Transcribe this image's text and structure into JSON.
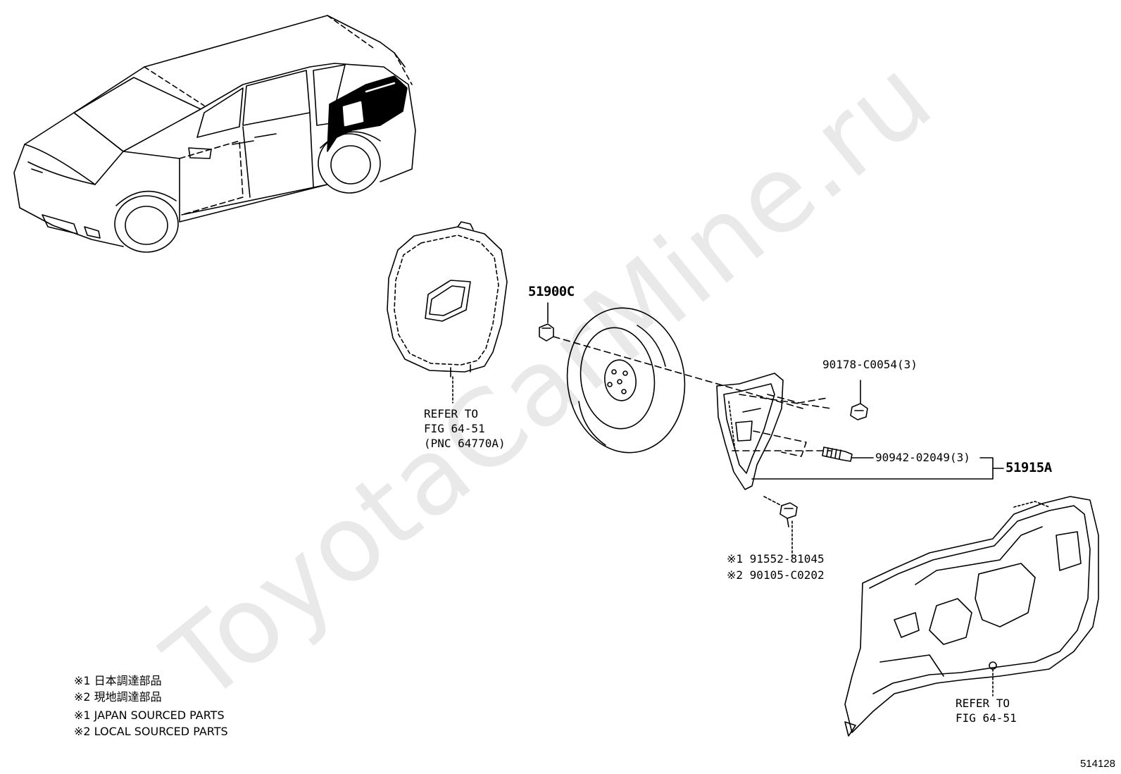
{
  "watermark": "ToyotaCarMine.ru",
  "figure_number": "514128",
  "callouts": {
    "tire_cover_ref": [
      "REFER TO",
      "FIG 64-51",
      "(PNC 64770A)"
    ],
    "wheel_part": "51900C",
    "nut_part": "90178-C0054(3)",
    "stud_part": "90942-02049(3)",
    "carrier_part": "51915A",
    "bolt_parts": [
      "※1 91552-81045",
      "※2 90105-C0202"
    ],
    "panel_ref": [
      "REFER TO",
      "FIG 64-51"
    ]
  },
  "legend": [
    "※1 日本調達部品",
    "※2 現地調達部品",
    "※1 JAPAN SOURCED PARTS",
    "※2 LOCAL SOURCED PARTS"
  ],
  "colors": {
    "ink": "#000000",
    "watermark": "#e9e9e9",
    "background": "#ffffff"
  }
}
